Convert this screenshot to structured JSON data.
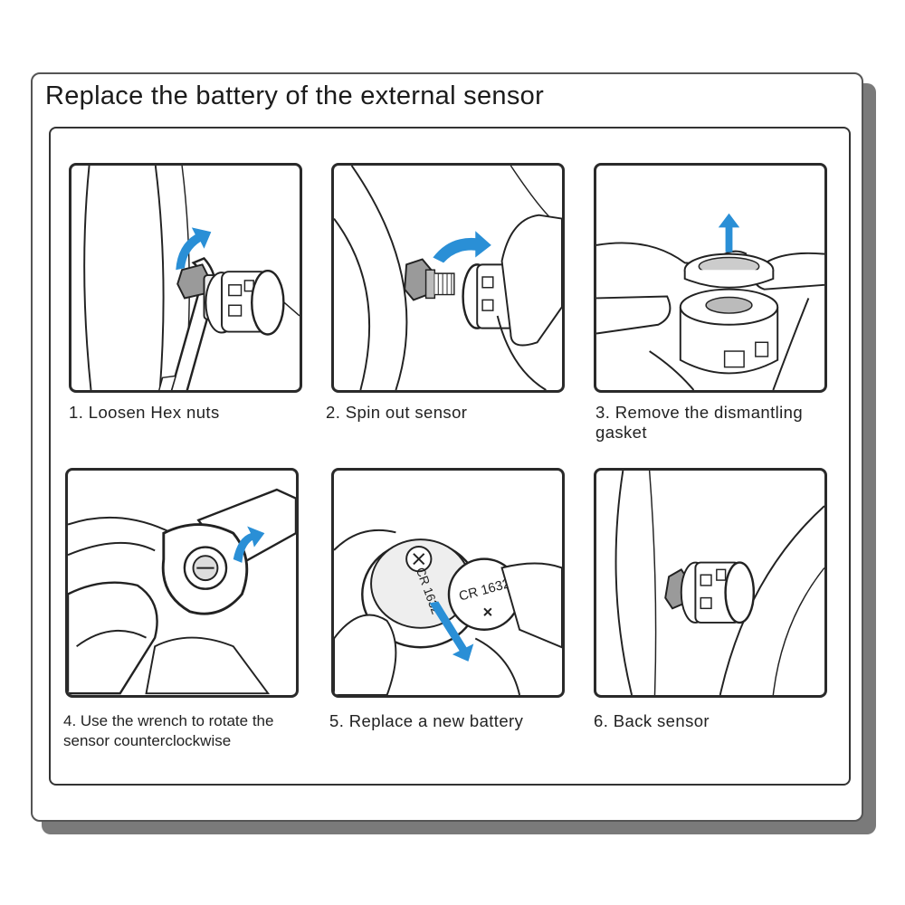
{
  "title": "Replace the battery of the external sensor",
  "colors": {
    "arrow": "#2a8fd6",
    "line": "#222222",
    "shadow": "#7a7a7a"
  },
  "steps": [
    {
      "caption": "1. Loosen Hex nuts",
      "icon": "wrench-loosen-illustration"
    },
    {
      "caption": "2. Spin out sensor",
      "icon": "spin-out-sensor-illustration"
    },
    {
      "caption": "3. Remove the dismantling gasket",
      "icon": "remove-gasket-illustration"
    },
    {
      "caption": "4. Use the wrench to rotate the sensor counterclockwise",
      "icon": "wrench-rotate-illustration"
    },
    {
      "caption": "5. Replace a new battery",
      "icon": "battery-replace-illustration",
      "battery_labels": [
        "CR 1632",
        "CR 1632"
      ]
    },
    {
      "caption": "6. Back sensor",
      "icon": "sensor-installed-illustration"
    }
  ]
}
